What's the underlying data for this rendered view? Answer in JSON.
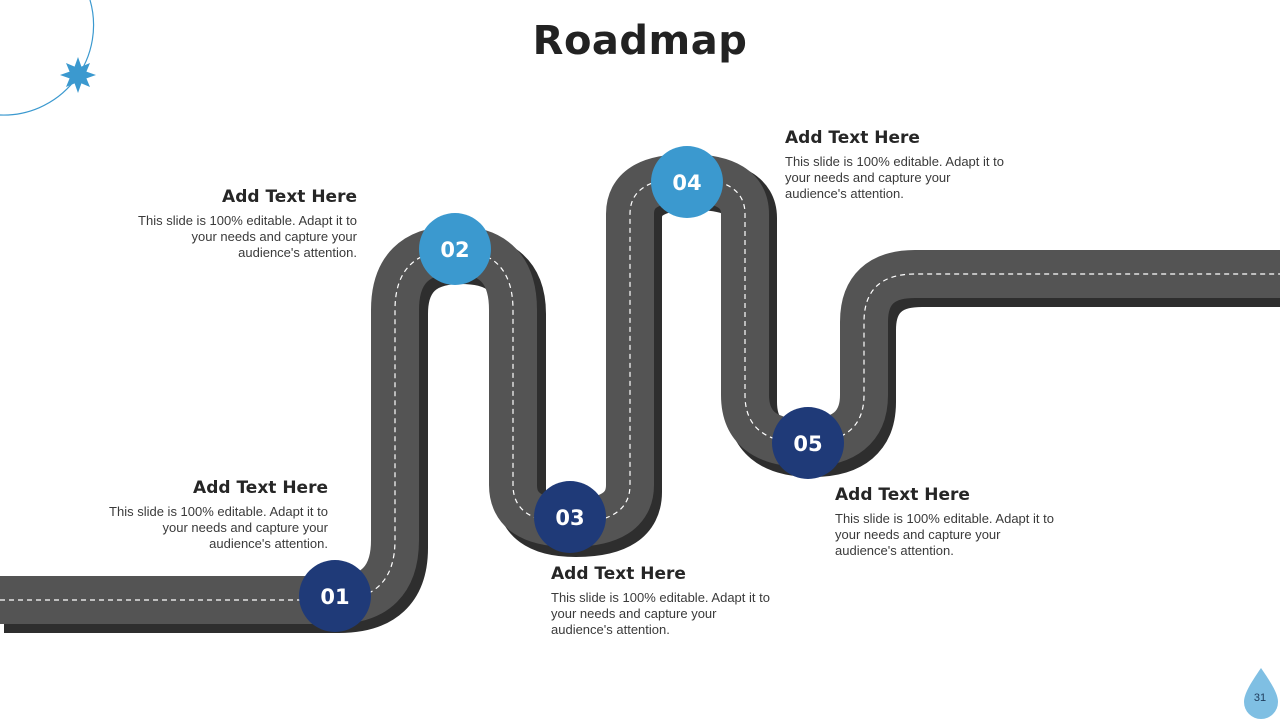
{
  "title": "Roadmap",
  "colors": {
    "road": "#545454",
    "road_edge": "#2e2e2e",
    "dash": "#ffffff",
    "dark_blue": "#1f3a78",
    "light_blue": "#3b99cf",
    "text": "#262626"
  },
  "milestones": [
    {
      "number": "01",
      "heading": "Add Text Here",
      "body": "This slide is 100% editable. Adapt it to your needs and capture your audience's attention."
    },
    {
      "number": "02",
      "heading": "Add Text Here",
      "body": "This slide is 100% editable. Adapt it to your needs and capture your audience's attention."
    },
    {
      "number": "03",
      "heading": "Add Text Here",
      "body": "This slide is 100% editable. Adapt it to your needs and capture your audience's attention."
    },
    {
      "number": "04",
      "heading": "Add Text Here",
      "body": "This slide is 100% editable. Adapt it to your needs and capture your audience's attention."
    },
    {
      "number": "05",
      "heading": "Add Text Here",
      "body": "This slide is 100% editable. Adapt it to your needs and capture your audience's attention."
    }
  ],
  "page_number": "31",
  "decor_icons": [
    "star-burst-icon",
    "water-drop-icon"
  ]
}
